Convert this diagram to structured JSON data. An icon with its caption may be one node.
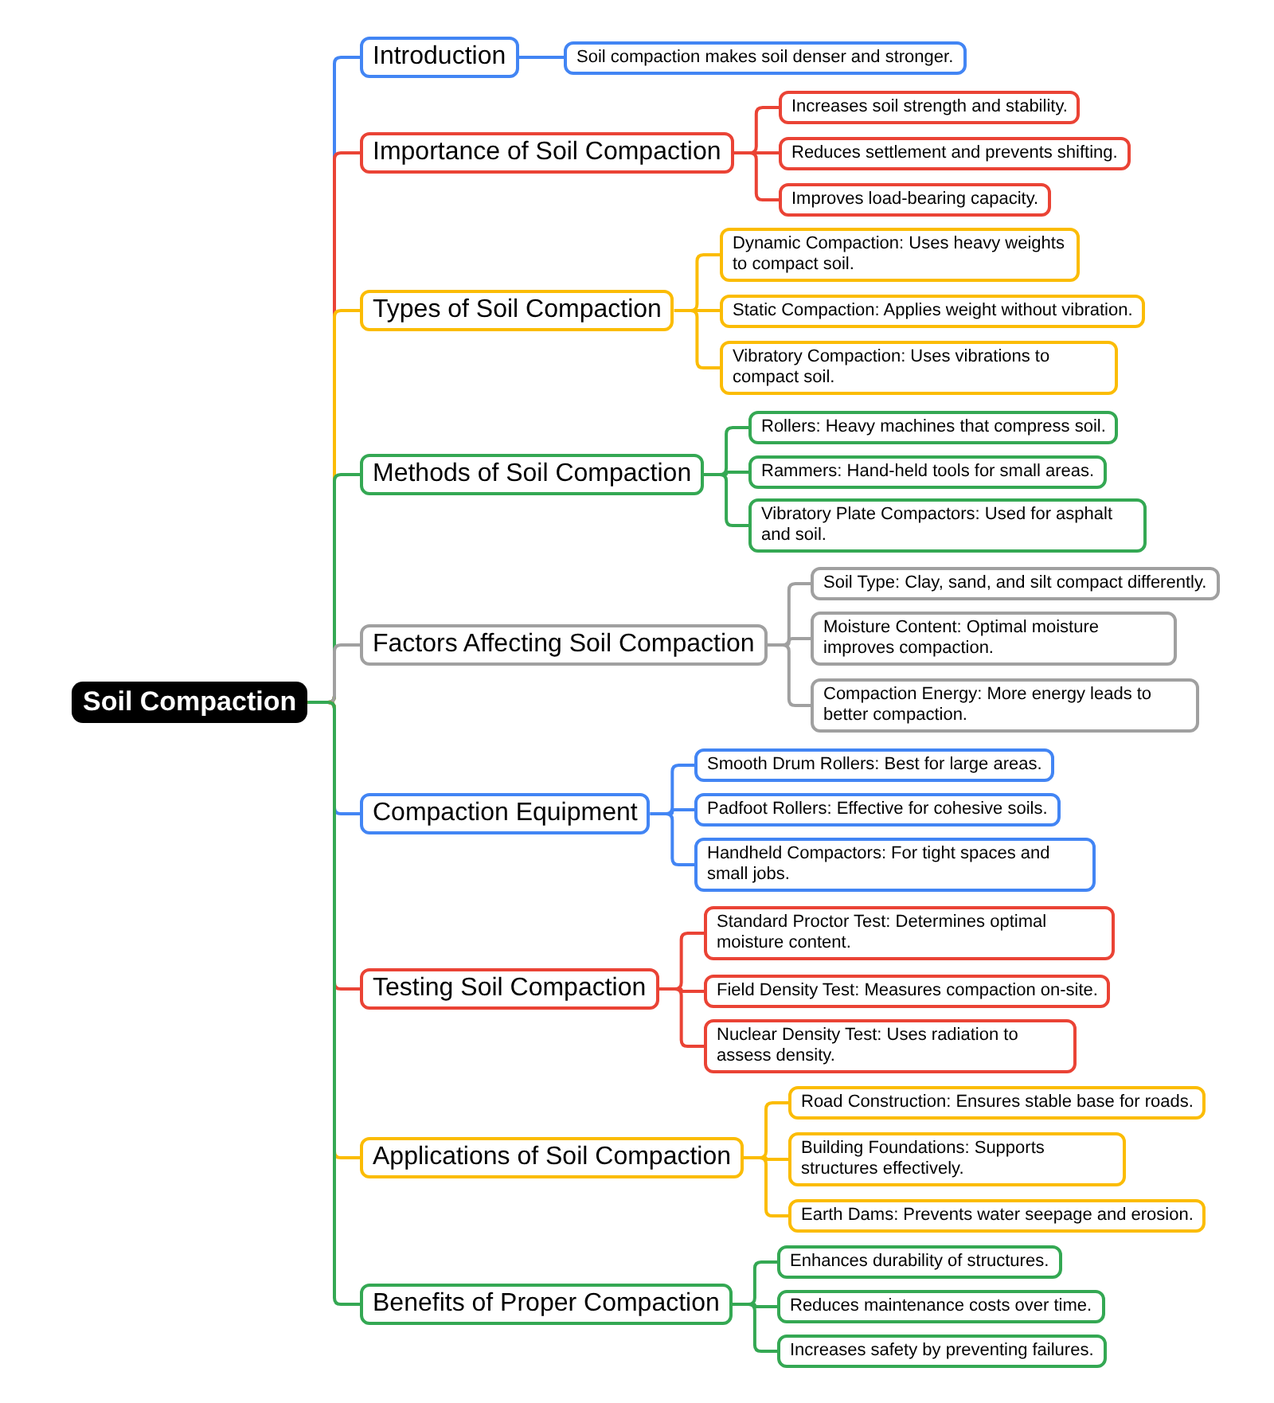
{
  "diagram": {
    "nodes": [
      {
        "text": [
          "Soil Compaction"
        ]
      },
      {
        "text": [
          "Introduction"
        ]
      },
      {
        "text": [
          "Soil compaction makes soil denser and stronger."
        ]
      },
      {
        "text": [
          "Importance of Soil Compaction"
        ]
      },
      {
        "text": [
          "Increases soil strength and stability."
        ]
      },
      {
        "text": [
          "Reduces settlement and prevents shifting."
        ]
      },
      {
        "text": [
          "Improves load-bearing capacity."
        ]
      },
      {
        "text": [
          "Types of Soil Compaction"
        ]
      },
      {
        "text": [
          "Dynamic Compaction: Uses heavy weights to compact soil."
        ]
      },
      {
        "text": [
          "Static Compaction: Applies weight without vibration."
        ]
      },
      {
        "text": [
          "Vibratory Compaction: Uses vibrations to compact soil."
        ]
      },
      {
        "text": [
          "Methods of Soil Compaction"
        ]
      },
      {
        "text": [
          "Rollers: Heavy machines that compress soil."
        ]
      },
      {
        "text": [
          "Rammers: Hand-held tools for small areas."
        ]
      },
      {
        "text": [
          "Vibratory Plate Compactors: Used for asphalt and soil."
        ]
      },
      {
        "text": [
          "Factors Affecting Soil Compaction"
        ]
      },
      {
        "text": [
          "Soil Type: Clay, sand, and silt compact differently."
        ]
      },
      {
        "text": [
          "Moisture Content: Optimal moisture improves compaction."
        ]
      },
      {
        "text": [
          "Compaction Energy: More energy leads to better compaction."
        ]
      },
      {
        "text": [
          "Compaction Equipment"
        ]
      },
      {
        "text": [
          "Smooth Drum Rollers: Best for large areas."
        ]
      },
      {
        "text": [
          "Padfoot Rollers: Effective for cohesive soils."
        ]
      },
      {
        "text": [
          "Handheld Compactors: For tight spaces and small jobs."
        ]
      },
      {
        "text": [
          "Testing Soil Compaction"
        ]
      },
      {
        "text": [
          "Standard Proctor Test: Determines optimal moisture content."
        ]
      },
      {
        "text": [
          "Field Density Test: Measures compaction on-site."
        ]
      },
      {
        "text": [
          "Nuclear Density Test: Uses radiation to assess density."
        ]
      },
      {
        "text": [
          "Applications of Soil Compaction"
        ]
      },
      {
        "text": [
          "Road Construction: Ensures stable base for roads."
        ]
      },
      {
        "text": [
          "Building Foundations: Supports structures effectively."
        ]
      },
      {
        "text": [
          "Earth Dams: Prevents water seepage and erosion."
        ]
      },
      {
        "text": [
          "Benefits of Proper Compaction"
        ]
      },
      {
        "text": [
          "Enhances durability of structures."
        ]
      },
      {
        "text": [
          "Reduces maintenance costs over time."
        ]
      },
      {
        "text": [
          "Increases safety by preventing failures."
        ]
      }
    ],
    "edges": [
      {
        "from": 0,
        "to": 1,
        "arrow": "none",
        "color": "#4285f4"
      },
      {
        "from": 1,
        "to": 2,
        "arrow": "none",
        "color": "#4285f4"
      },
      {
        "from": 0,
        "to": 3,
        "arrow": "none",
        "color": "#ea4335"
      },
      {
        "from": 3,
        "to": 4,
        "arrow": "none",
        "color": "#ea4335"
      },
      {
        "from": 3,
        "to": 5,
        "arrow": "none",
        "color": "#ea4335"
      },
      {
        "from": 3,
        "to": 6,
        "arrow": "none",
        "color": "#ea4335"
      },
      {
        "from": 0,
        "to": 7,
        "arrow": "none",
        "color": "#fbbc04"
      },
      {
        "from": 7,
        "to": 8,
        "arrow": "none",
        "color": "#fbbc04"
      },
      {
        "from": 7,
        "to": 9,
        "arrow": "none",
        "color": "#fbbc04"
      },
      {
        "from": 7,
        "to": 10,
        "arrow": "none",
        "color": "#fbbc04"
      },
      {
        "from": 0,
        "to": 11,
        "arrow": "none",
        "color": "#34a853"
      },
      {
        "from": 11,
        "to": 12,
        "arrow": "none",
        "color": "#34a853"
      },
      {
        "from": 11,
        "to": 13,
        "arrow": "none",
        "color": "#34a853"
      },
      {
        "from": 11,
        "to": 14,
        "arrow": "none",
        "color": "#34a853"
      },
      {
        "from": 0,
        "to": 15,
        "arrow": "none",
        "color": "#a0a0a0"
      },
      {
        "from": 15,
        "to": 16,
        "arrow": "none",
        "color": "#a0a0a0"
      },
      {
        "from": 15,
        "to": 17,
        "arrow": "none",
        "color": "#a0a0a0"
      },
      {
        "from": 15,
        "to": 18,
        "arrow": "none",
        "color": "#a0a0a0"
      },
      {
        "from": 0,
        "to": 19,
        "arrow": "none",
        "color": "#4285f4"
      },
      {
        "from": 19,
        "to": 20,
        "arrow": "none",
        "color": "#4285f4"
      },
      {
        "from": 19,
        "to": 21,
        "arrow": "none",
        "color": "#4285f4"
      },
      {
        "from": 19,
        "to": 22,
        "arrow": "none",
        "color": "#4285f4"
      },
      {
        "from": 0,
        "to": 23,
        "arrow": "none",
        "color": "#ea4335"
      },
      {
        "from": 23,
        "to": 24,
        "arrow": "none",
        "color": "#ea4335"
      },
      {
        "from": 23,
        "to": 25,
        "arrow": "none",
        "color": "#ea4335"
      },
      {
        "from": 23,
        "to": 26,
        "arrow": "none",
        "color": "#ea4335"
      },
      {
        "from": 0,
        "to": 27,
        "arrow": "none",
        "color": "#fbbc04"
      },
      {
        "from": 27,
        "to": 28,
        "arrow": "none",
        "color": "#fbbc04"
      },
      {
        "from": 27,
        "to": 29,
        "arrow": "none",
        "color": "#fbbc04"
      },
      {
        "from": 27,
        "to": 30,
        "arrow": "none",
        "color": "#fbbc04"
      },
      {
        "from": 0,
        "to": 31,
        "arrow": "none",
        "color": "#34a853"
      },
      {
        "from": 31,
        "to": 32,
        "arrow": "none",
        "color": "#34a853"
      },
      {
        "from": 31,
        "to": 33,
        "arrow": "none",
        "color": "#34a853"
      },
      {
        "from": 31,
        "to": 34,
        "arrow": "none",
        "color": "#34a853"
      }
    ]
  }
}
